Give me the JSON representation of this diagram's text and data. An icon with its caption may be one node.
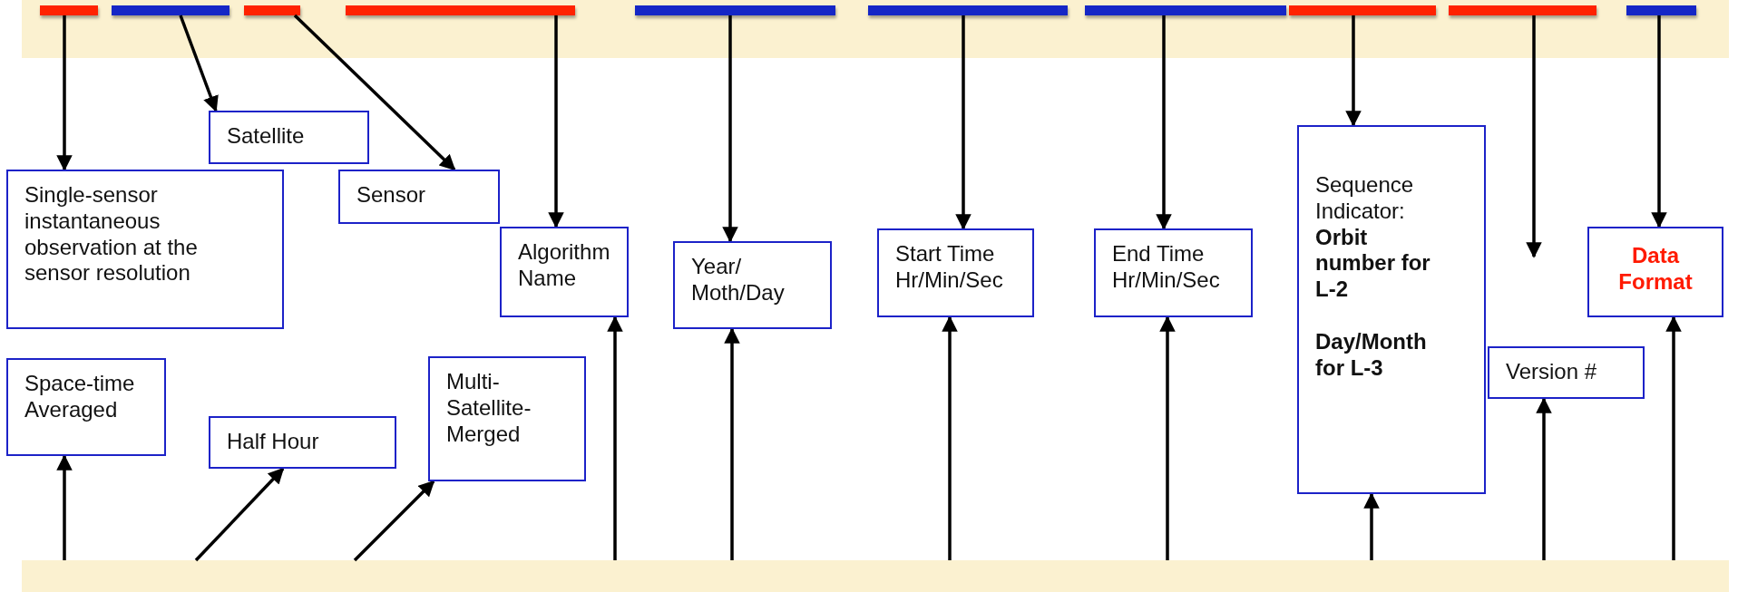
{
  "diagram": {
    "nodes": [
      {
        "text": [],
        "shape": "box"
      },
      {
        "text": [],
        "shape": "bar",
        "in": 0
      },
      {
        "text": [],
        "shape": "bar",
        "in": 0
      },
      {
        "text": [],
        "shape": "bar",
        "in": 0
      },
      {
        "text": [],
        "shape": "bar",
        "in": 0
      },
      {
        "text": [],
        "shape": "bar",
        "in": 0
      },
      {
        "text": [],
        "shape": "bar",
        "in": 0
      },
      {
        "text": [],
        "shape": "bar",
        "in": 0
      },
      {
        "text": [],
        "shape": "bar",
        "in": 0
      },
      {
        "text": [],
        "shape": "bar",
        "in": 0
      },
      {
        "text": [],
        "shape": "bar",
        "in": 0
      },
      {
        "text": [
          "Satellite"
        ]
      },
      {
        "text": [
          "Single-sensor instantaneous observation at the sensor resolution"
        ]
      },
      {
        "text": [
          "Sensor"
        ]
      },
      {
        "text": [
          "Algorithm Name"
        ]
      },
      {
        "text": [
          "Year/ Moth/Day"
        ]
      },
      {
        "text": [
          "Start Time Hr/Min/Sec"
        ]
      },
      {
        "text": [
          "End Time Hr/Min/Sec"
        ]
      },
      {
        "text": [
          "Sequence Indicator:",
          "Orbit number for L-2",
          "Day/Month for L-3"
        ]
      },
      {
        "text": [
          "Data Format"
        ]
      },
      {
        "text": [
          "Version #"
        ]
      },
      {
        "text": [
          "Space-time Averaged"
        ]
      },
      {
        "text": [
          "Half Hour"
        ]
      },
      {
        "text": [
          "Multi-Satellite-Merged"
        ]
      },
      {
        "text": [],
        "shape": "box"
      }
    ],
    "edges": [
      {
        "from": 1,
        "to": 12,
        "arrow": "to"
      },
      {
        "from": 2,
        "to": 11,
        "arrow": "to"
      },
      {
        "from": 3,
        "to": 13,
        "arrow": "to"
      },
      {
        "from": 4,
        "to": 14,
        "arrow": "to"
      },
      {
        "from": 5,
        "to": 15,
        "arrow": "to"
      },
      {
        "from": 6,
        "to": 16,
        "arrow": "to"
      },
      {
        "from": 7,
        "to": 17,
        "arrow": "to"
      },
      {
        "from": 8,
        "to": 18,
        "arrow": "to"
      },
      {
        "from": 9,
        "to": null,
        "arrow": "to"
      },
      {
        "from": 10,
        "to": 19,
        "arrow": "to"
      },
      {
        "from": 24,
        "to": 21,
        "arrow": "to"
      },
      {
        "from": 24,
        "to": 22,
        "arrow": "to"
      },
      {
        "from": 24,
        "to": 23,
        "arrow": "to"
      },
      {
        "from": 24,
        "to": 14,
        "arrow": "to"
      },
      {
        "from": 24,
        "to": 15,
        "arrow": "to"
      },
      {
        "from": 24,
        "to": 16,
        "arrow": "to"
      },
      {
        "from": 24,
        "to": 17,
        "arrow": "to"
      },
      {
        "from": 24,
        "to": 18,
        "arrow": "to"
      },
      {
        "from": 24,
        "to": 20,
        "arrow": "to"
      },
      {
        "from": 24,
        "to": 19,
        "arrow": "to"
      }
    ]
  }
}
